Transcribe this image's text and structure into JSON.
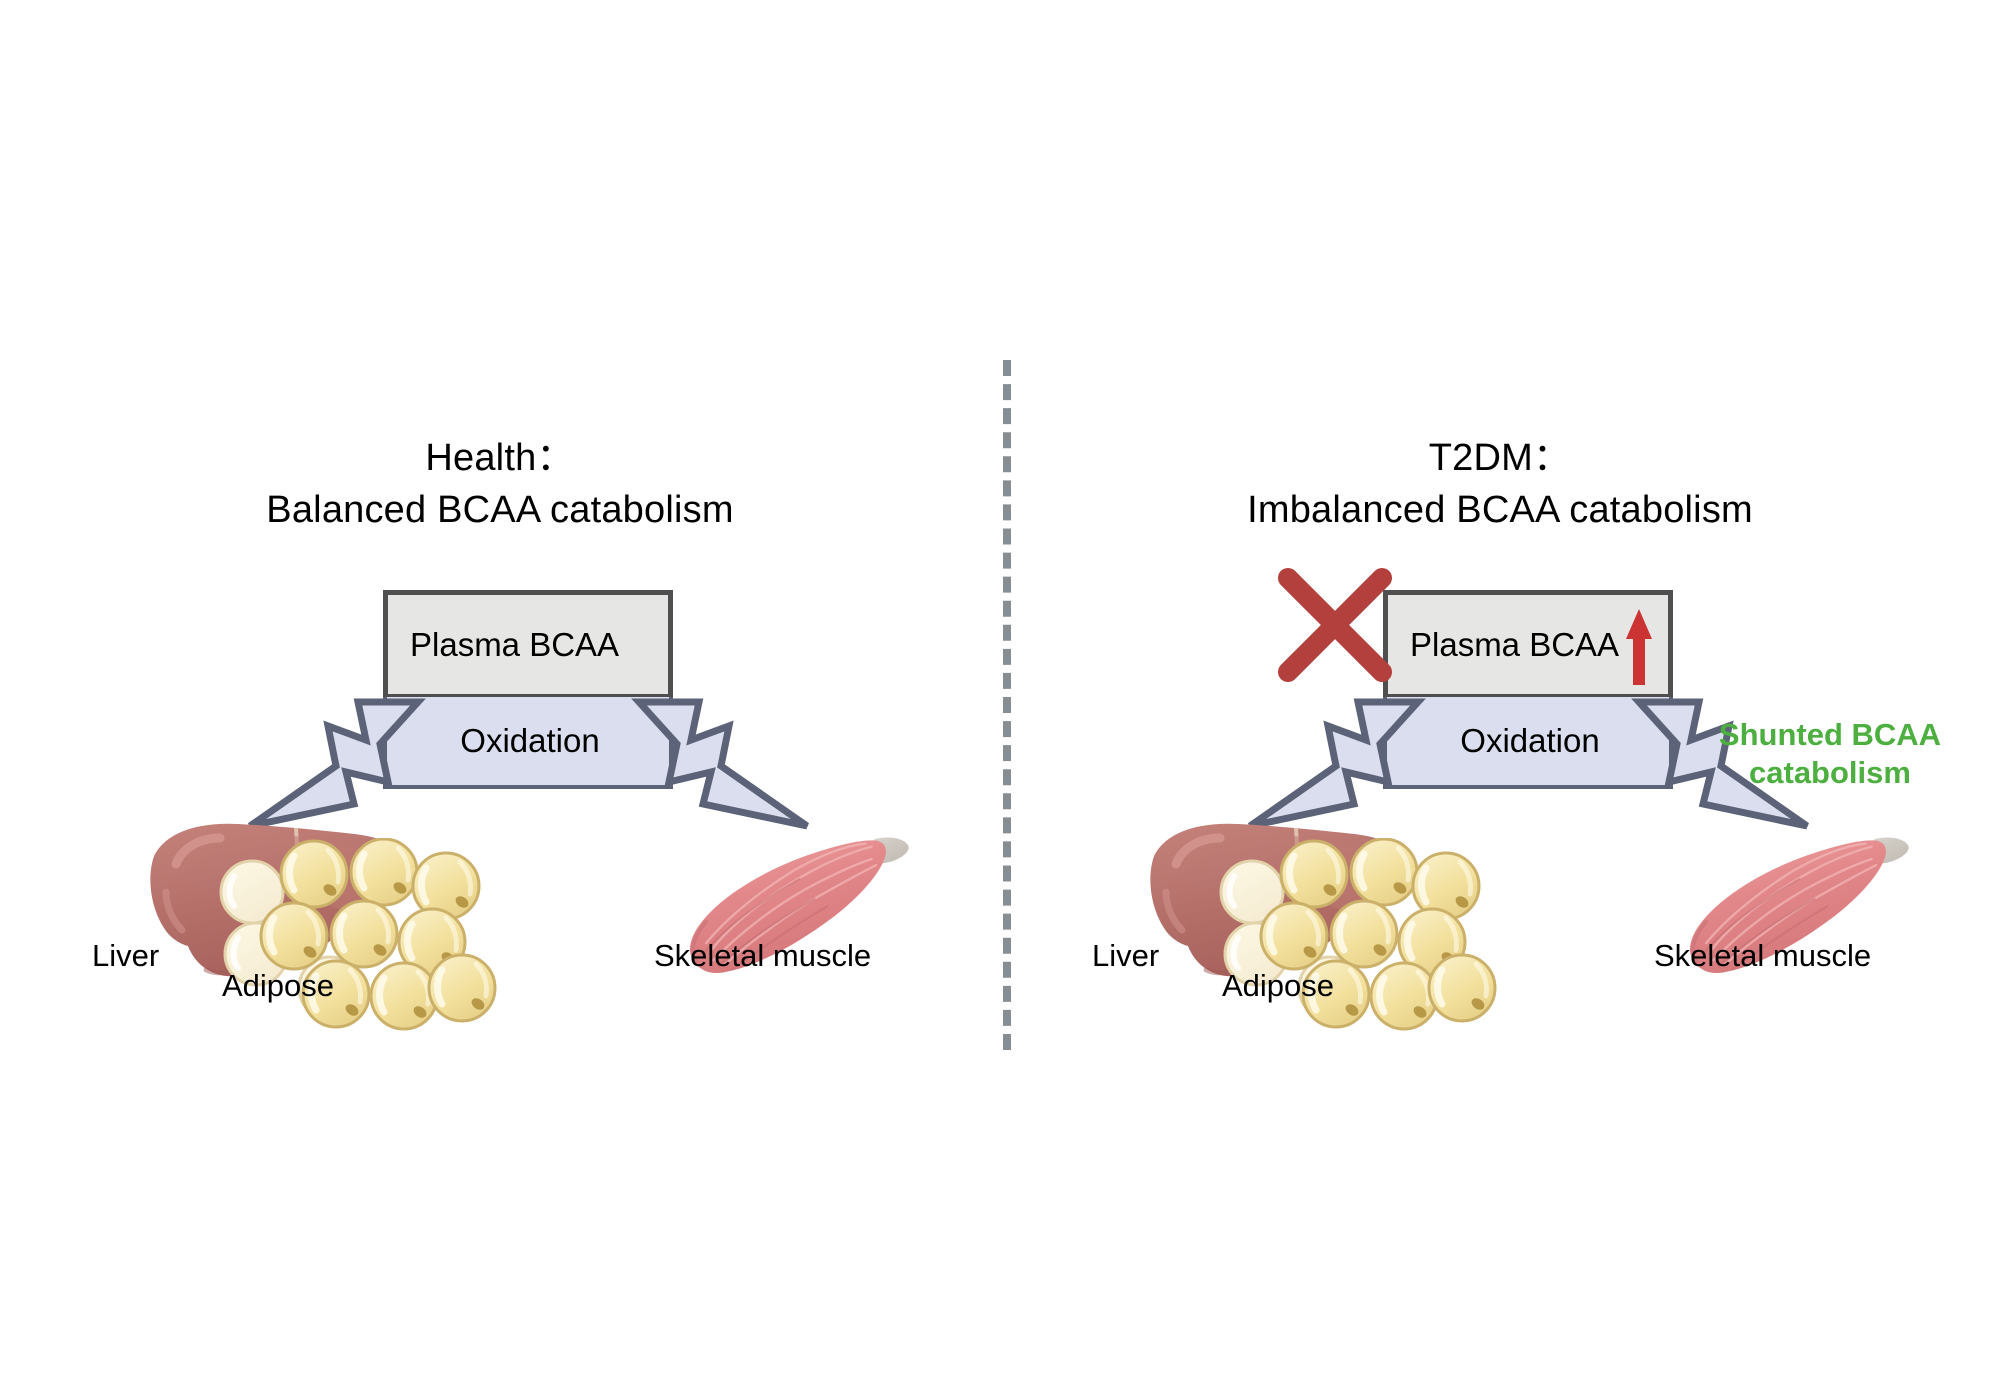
{
  "figure": {
    "background_color": "#ffffff",
    "divider": {
      "name": "panel-divider",
      "color": "#868e94",
      "style": "dashed"
    }
  },
  "panels": [
    {
      "id": "health",
      "title": "Health：\nBalanced BCAA catabolism",
      "box": {
        "plasma_label": "Plasma BCAA",
        "oxidation_label": "Oxidation",
        "plasma_fill": "#e6e6e5",
        "plasma_stroke": "#4f4f4f",
        "oxidation_fill": "#dadeee",
        "oxidation_stroke": "#5c6378",
        "plasma_up_arrow": false
      },
      "arrows": [
        {
          "name": "arrow-to-liver",
          "direction": "down-left",
          "blocked": false
        },
        {
          "name": "arrow-to-muscle",
          "direction": "down-right",
          "blocked": false
        }
      ],
      "organs": [
        {
          "name": "liver",
          "label": "Liver",
          "color": "#b5706a"
        },
        {
          "name": "adipose",
          "label": "Adipose",
          "color": "#f3e3a4"
        },
        {
          "name": "skeletal-muscle",
          "label": "Skeletal muscle",
          "color": "#e3888a"
        }
      ],
      "annotation": null
    },
    {
      "id": "t2dm",
      "title": "T2DM：\nImbalanced BCAA catabolism",
      "box": {
        "plasma_label": "Plasma BCAA",
        "oxidation_label": "Oxidation",
        "plasma_fill": "#e6e6e5",
        "plasma_stroke": "#4f4f4f",
        "oxidation_fill": "#dadeee",
        "oxidation_stroke": "#5c6378",
        "plasma_up_arrow": true,
        "plasma_up_arrow_color": "#cc3333"
      },
      "arrows": [
        {
          "name": "arrow-to-liver",
          "direction": "down-left",
          "blocked": true,
          "block_color": "#b3403c"
        },
        {
          "name": "arrow-to-muscle",
          "direction": "down-right",
          "blocked": false
        }
      ],
      "organs": [
        {
          "name": "liver",
          "label": "Liver",
          "color": "#b5706a"
        },
        {
          "name": "adipose",
          "label": "Adipose",
          "color": "#f3e3a4"
        },
        {
          "name": "skeletal-muscle",
          "label": "Skeletal muscle",
          "color": "#e3888a"
        }
      ],
      "annotation": {
        "text": "Shunted BCAA\ncatabolism",
        "color": "#4caf3f"
      }
    }
  ]
}
